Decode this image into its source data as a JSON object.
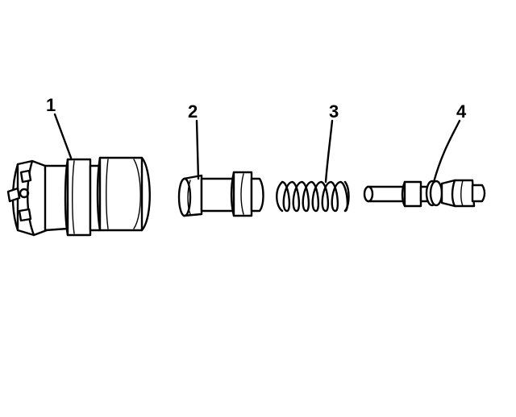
{
  "diagram": {
    "callouts": [
      {
        "id": "1",
        "text": "1"
      },
      {
        "id": "2",
        "text": "2"
      },
      {
        "id": "3",
        "text": "3"
      },
      {
        "id": "4",
        "text": "4"
      }
    ],
    "colors": {
      "line": "#000000",
      "background": "#ffffff"
    }
  }
}
